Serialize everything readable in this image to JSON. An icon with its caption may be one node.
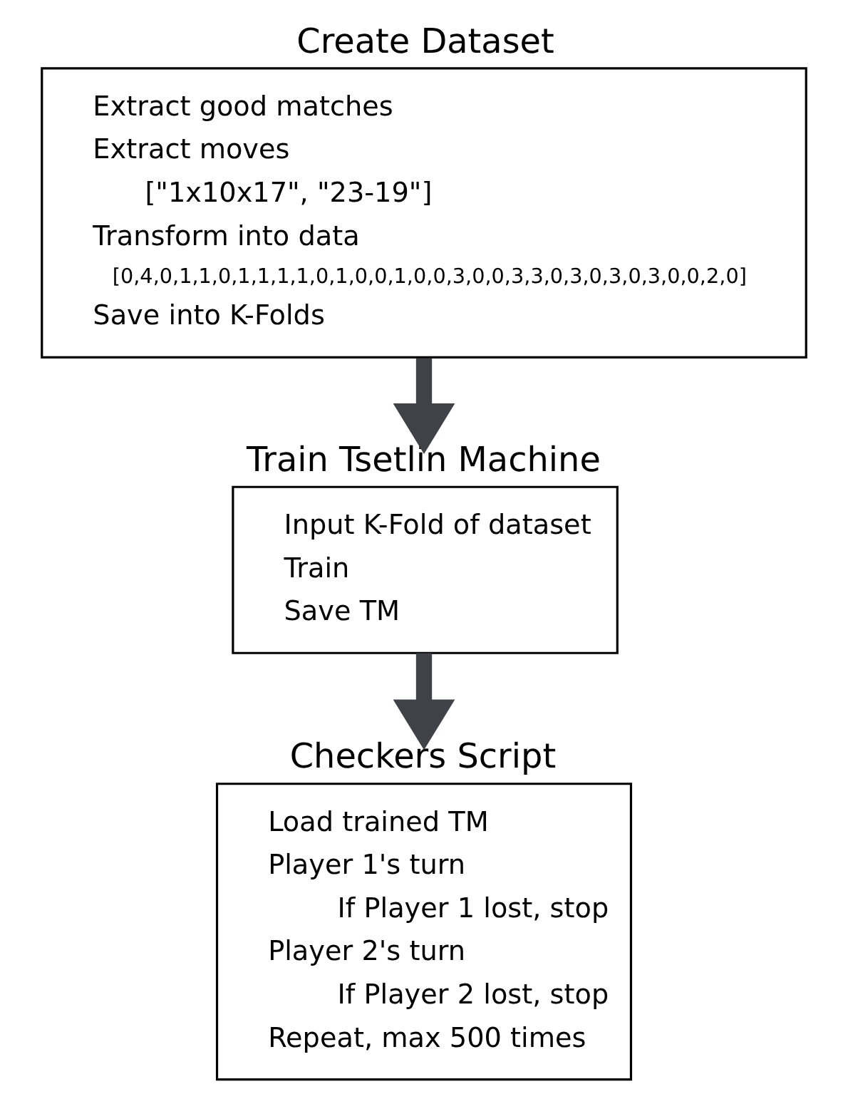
{
  "diagram": {
    "nodes": [
      {
        "text": [
          "Create Dataset",
          "Extract good matches",
          "Extract moves",
          "[\"1x10x17\", \"23-19\"]",
          "Transform into data",
          "[0,4,0,1,1,0,1,1,1,1,0,1,0,0,1,0,0,3,0,0,3,3,0,3,0,3,0,3,0,0,2,0]",
          "Save into K-Folds"
        ]
      },
      {
        "text": [
          "Train Tsetlin Machine",
          "Input K-Fold of dataset",
          "Train",
          "Save TM"
        ]
      },
      {
        "text": [
          "Checkers Script",
          "Load trained TM",
          "Player 1's turn",
          "If Player 1 lost, stop",
          "Player 2's turn",
          "If Player 2 lost, stop",
          "Repeat, max 500 times"
        ]
      }
    ],
    "edges": [
      {
        "from": 0,
        "to": 1,
        "arrow": "to"
      },
      {
        "from": 1,
        "to": 2,
        "arrow": "to"
      }
    ]
  }
}
